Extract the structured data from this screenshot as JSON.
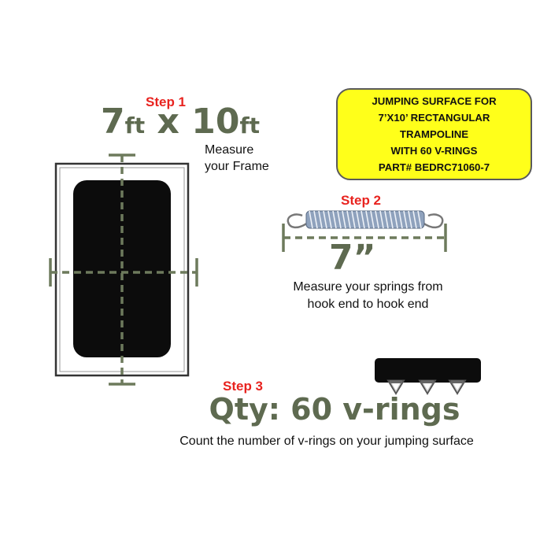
{
  "info_box": {
    "lines": [
      "JUMPING SURFACE FOR",
      "7’X10’ RECTANGULAR",
      "TRAMPOLINE",
      "WITH 60 V-RINGS",
      "PART# BEDRC71060-7"
    ]
  },
  "step1": {
    "label": "Step 1",
    "size_width": "7",
    "size_unit1": "ft",
    "size_sep": " x ",
    "size_length": "10",
    "size_unit2": "ft",
    "instruction_line1": "Measure",
    "instruction_line2": "your Frame"
  },
  "step2": {
    "label": "Step 2",
    "length": "7”",
    "instruction_line1": "Measure your springs from",
    "instruction_line2": "hook end to hook end"
  },
  "step3": {
    "label": "Step 3",
    "quantity": "Qty: 60 v-rings",
    "instruction": "Count the number of v-rings on your jumping surface"
  },
  "colors": {
    "step_red": "#e8231f",
    "olive_text": "#5e6a50",
    "info_box_yellow": "#ffff1a",
    "dashed_line": "#6d7a5c"
  },
  "icons": [
    "trampoline-frame-icon",
    "spring-icon",
    "v-ring-strap-icon"
  ]
}
